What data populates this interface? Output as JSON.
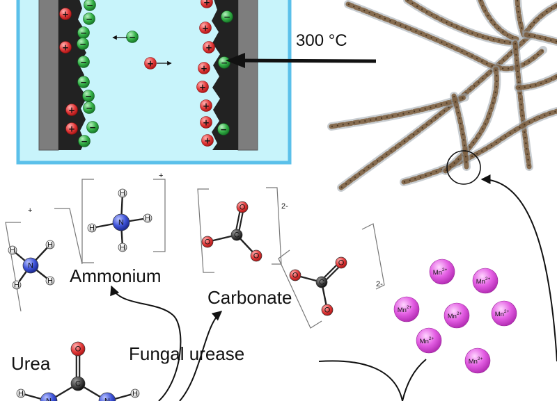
{
  "colors": {
    "electrolyte": "#c8f4fb",
    "cell_border": "#5bc0ea",
    "current_collector": "#7a7a7a",
    "carbon": "#222222",
    "cation": "#ee3338",
    "anion": "#2aa43a",
    "mn_ion": "#dd44dd",
    "nitrogen": "#3b4fd6",
    "oxygen": "#dd2222",
    "carbon_atom": "#333333",
    "hydrogen": "#e6e6e6"
  },
  "icons": {
    "cation": "plus-sign",
    "anion": "minus-sign"
  },
  "cell": {
    "temperature_label": "300 °C",
    "cation_symbol": "+",
    "anion_symbol": "−",
    "arrow_glyph": "→"
  },
  "molecules": {
    "urea": {
      "label": "Urea",
      "atoms": {
        "O": "O",
        "C": "C",
        "N": "N",
        "H": "H"
      }
    },
    "ammonium": {
      "label": "Ammonium",
      "atoms": {
        "N": "N",
        "H": "H"
      },
      "charge": "+"
    },
    "carbonate": {
      "label": "Carbonate",
      "atoms": {
        "O": "O",
        "C": "C"
      },
      "charge": "2-"
    }
  },
  "process": {
    "enzyme_label": "Fungal urease"
  },
  "ions": {
    "manganese": {
      "symbol": "Mn",
      "charge": "2+"
    }
  }
}
